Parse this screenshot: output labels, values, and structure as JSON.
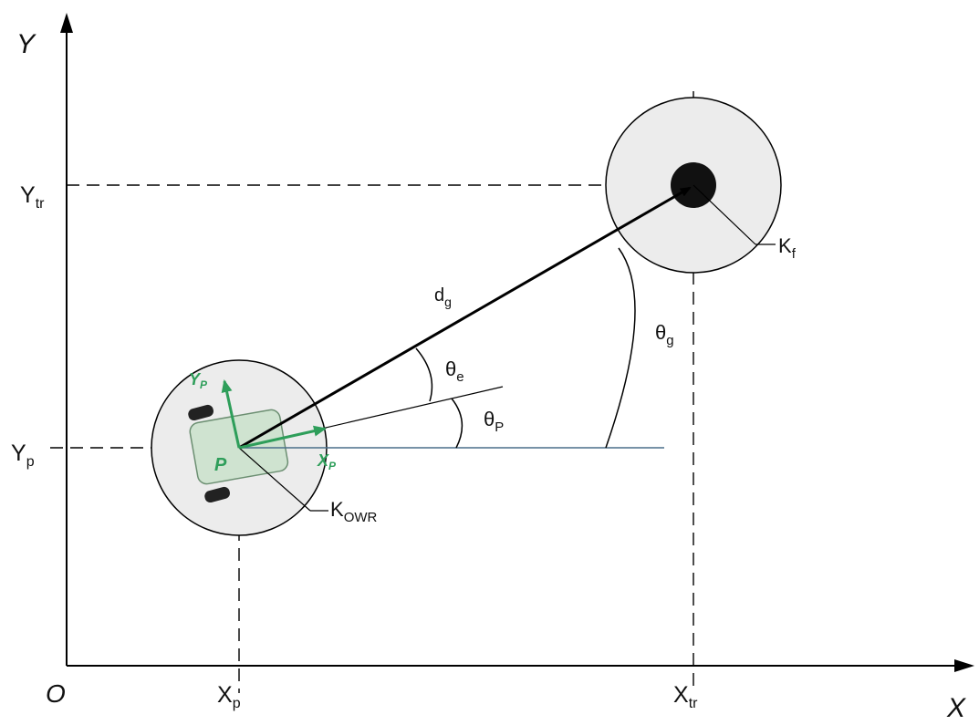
{
  "axes": {
    "y_label": "Y",
    "x_label": "X",
    "origin_label": "O"
  },
  "ticks": {
    "y_target": {
      "base": "Y",
      "sub": "tr"
    },
    "y_robot": {
      "base": "Y",
      "sub": "p"
    },
    "x_robot": {
      "base": "X",
      "sub": "p"
    },
    "x_target": {
      "base": "X",
      "sub": "tr"
    }
  },
  "labels": {
    "distance": {
      "base": "d",
      "sub": "g"
    },
    "theta_g": {
      "base": "θ",
      "sub": "g"
    },
    "theta_e": {
      "base": "θ",
      "sub": "e"
    },
    "theta_p": {
      "base": "θ",
      "sub": "P"
    },
    "target_circle": {
      "base": "K",
      "sub": "f"
    },
    "robot_circle": {
      "base": "K",
      "sub": "OWR"
    },
    "robot_point": "P",
    "robot_y_axis": {
      "base": "Y",
      "sub": "P"
    },
    "robot_x_axis": {
      "base": "X",
      "sub": "P"
    }
  },
  "colors": {
    "line": "#000000",
    "circle_fill": "#ececec",
    "robot_body": "#cfe3d0",
    "robot_axes": "#2e9e5a",
    "heading_line": "#4a6f8a"
  }
}
